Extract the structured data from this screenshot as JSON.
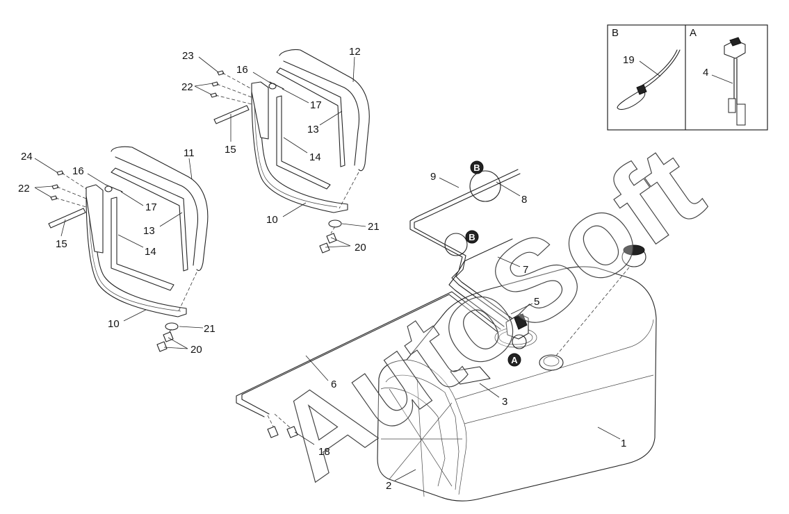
{
  "watermark": "AutoSoft",
  "inset": {
    "left_letter": "B",
    "right_letter": "A",
    "left_part": "19",
    "right_part": "4"
  },
  "markers": {
    "b_top": "B",
    "b_mid": "B",
    "a": "A"
  },
  "labels": {
    "p1": "1",
    "p2": "2",
    "p3": "3",
    "p5": "5",
    "p6": "6",
    "p7": "7",
    "p8": "8",
    "p9": "9",
    "p10_left": "10",
    "p10_right": "10",
    "p11": "11",
    "p12": "12",
    "p13_left": "13",
    "p13_right": "13",
    "p14_left": "14",
    "p14_right": "14",
    "p15_left": "15",
    "p15_right": "15",
    "p16_left": "16",
    "p16_right": "16",
    "p17_left": "17",
    "p17_right": "17",
    "p18": "18",
    "p20_left": "20",
    "p20_right": "20",
    "p21_left": "21",
    "p21_right": "21",
    "p22_left": "22",
    "p22_right": "22",
    "p23": "23",
    "p24": "24"
  }
}
